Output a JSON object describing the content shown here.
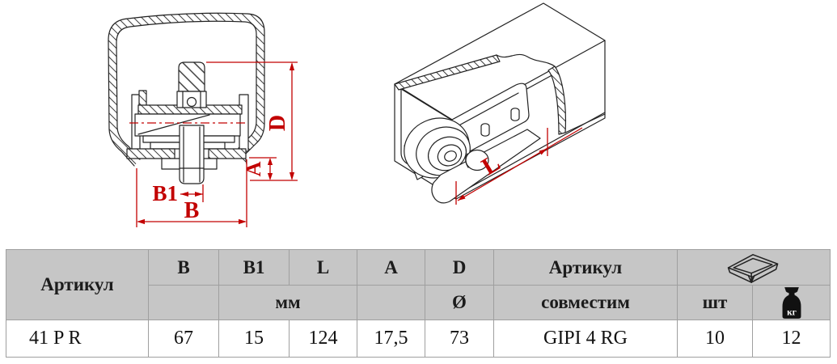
{
  "drawing": {
    "front_view": {
      "dim_b": "B",
      "dim_b1": "B1",
      "dim_a": "A",
      "dim_d": "D"
    },
    "iso_view": {
      "dim_l": "L"
    }
  },
  "table": {
    "header": {
      "article": "Артикул",
      "col_b": "B",
      "col_b1": "B1",
      "col_l": "L",
      "col_a": "A",
      "col_d": "D",
      "unit_mm": "мм",
      "diameter_symbol": "Ø",
      "compat_line1": "Артикул",
      "compat_line2": "совместим",
      "pcs": "шт",
      "kg_icon_label": "кг"
    },
    "row": {
      "article": "41 P R",
      "b": "67",
      "b1": "15",
      "l": "124",
      "a": "17,5",
      "d": "73",
      "compat": "GIPI 4 RG",
      "pcs": "10",
      "kg": "12"
    }
  },
  "colors": {
    "dimension_red": "#c20000",
    "line_color": "#222222",
    "header_bg": "#c6c6c6",
    "table_border": "#9f9f9f"
  }
}
